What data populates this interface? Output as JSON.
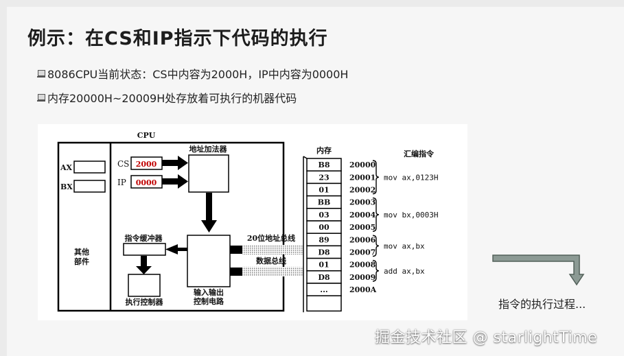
{
  "title": "例示：在CS和IP指示下代码的执行",
  "bullets": [
    "8086CPU当前状态：CS中内容为2000H，IP中内容为0000H",
    "内存20000H~20009H处存放着可执行的机器代码"
  ],
  "diagram": {
    "cpu_label": "CPU",
    "ax_label": "AX",
    "bx_label": "BX",
    "other_parts": [
      "其他",
      "部件"
    ],
    "cs_label": "CS",
    "cs_value": "2000",
    "ip_label": "IP",
    "ip_value": "0000",
    "adder_label": "地址加法器",
    "buffer_label": "指令缓冲器",
    "exec_label": "执行控制器",
    "io_label": [
      "输入输出",
      "控制电路"
    ],
    "addr_bus_label": "20位地址总线",
    "data_bus_label": "数据总线",
    "memory_label": "内存",
    "asm_label": "汇编指令",
    "memory": [
      {
        "byte": "B8",
        "addr": "20000"
      },
      {
        "byte": "23",
        "addr": "20001"
      },
      {
        "byte": "01",
        "addr": "20002"
      },
      {
        "byte": "BB",
        "addr": "20003"
      },
      {
        "byte": "03",
        "addr": "20004"
      },
      {
        "byte": "00",
        "addr": "20005"
      },
      {
        "byte": "89",
        "addr": "20006"
      },
      {
        "byte": "D8",
        "addr": "20007"
      },
      {
        "byte": "01",
        "addr": "20008"
      },
      {
        "byte": "D8",
        "addr": "20009"
      },
      {
        "byte": "...",
        "addr": "2000A"
      }
    ],
    "instructions": [
      {
        "text": "mov  ax,0123H",
        "first": 0,
        "last": 2
      },
      {
        "text": "mov  bx,0003H",
        "first": 3,
        "last": 5
      },
      {
        "text": "mov  ax,bx",
        "first": 6,
        "last": 7
      },
      {
        "text": "add  ax,bx",
        "first": 8,
        "last": 9
      }
    ]
  },
  "caption": "指令的执行过程...",
  "watermark": "掘金技术社区 @ starlightTime"
}
